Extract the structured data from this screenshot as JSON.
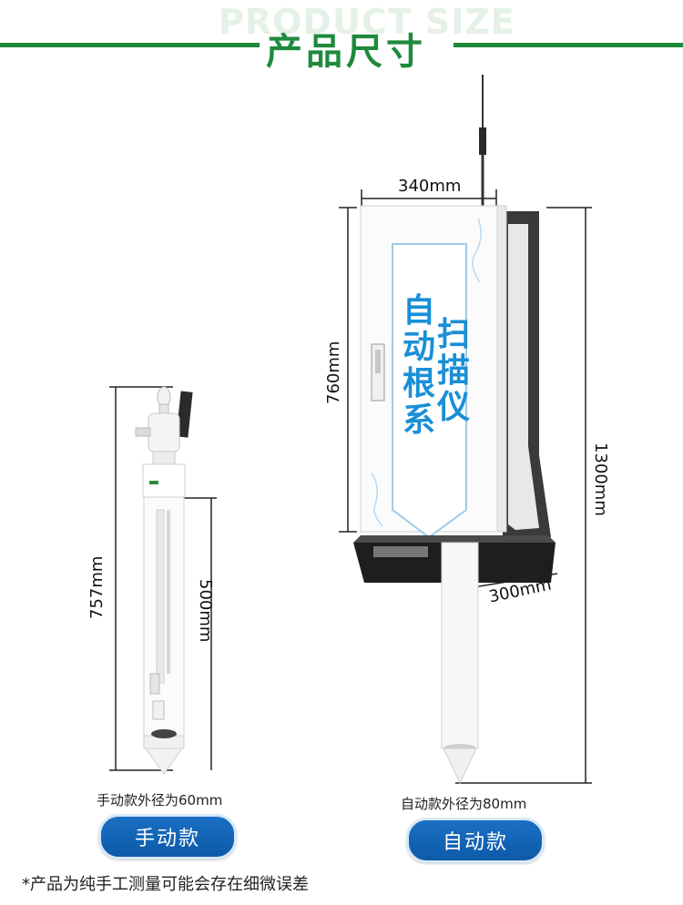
{
  "header": {
    "bg_text": "PRODUCT SIZE",
    "title": "产品尺寸"
  },
  "manual": {
    "dim_height_total": "757mm",
    "dim_height_tube": "500mm",
    "caption": "手动款外径为60mm",
    "badge": "手动款"
  },
  "auto": {
    "dim_width": "340mm",
    "dim_cabinet_height": "760mm",
    "dim_total_height": "1300mm",
    "dim_depth": "300mm",
    "panel_text_col1": "自动根系",
    "panel_text_col2": "扫描仪",
    "caption": "自动款外径为80mm",
    "badge": "自动款"
  },
  "footnote": "*产品为纯手工测量可能会存在细微误差",
  "colors": {
    "brand_green": "#1f8a3c",
    "badge_blue": "#1266b8",
    "panel_text_blue": "#1a8fd6"
  }
}
